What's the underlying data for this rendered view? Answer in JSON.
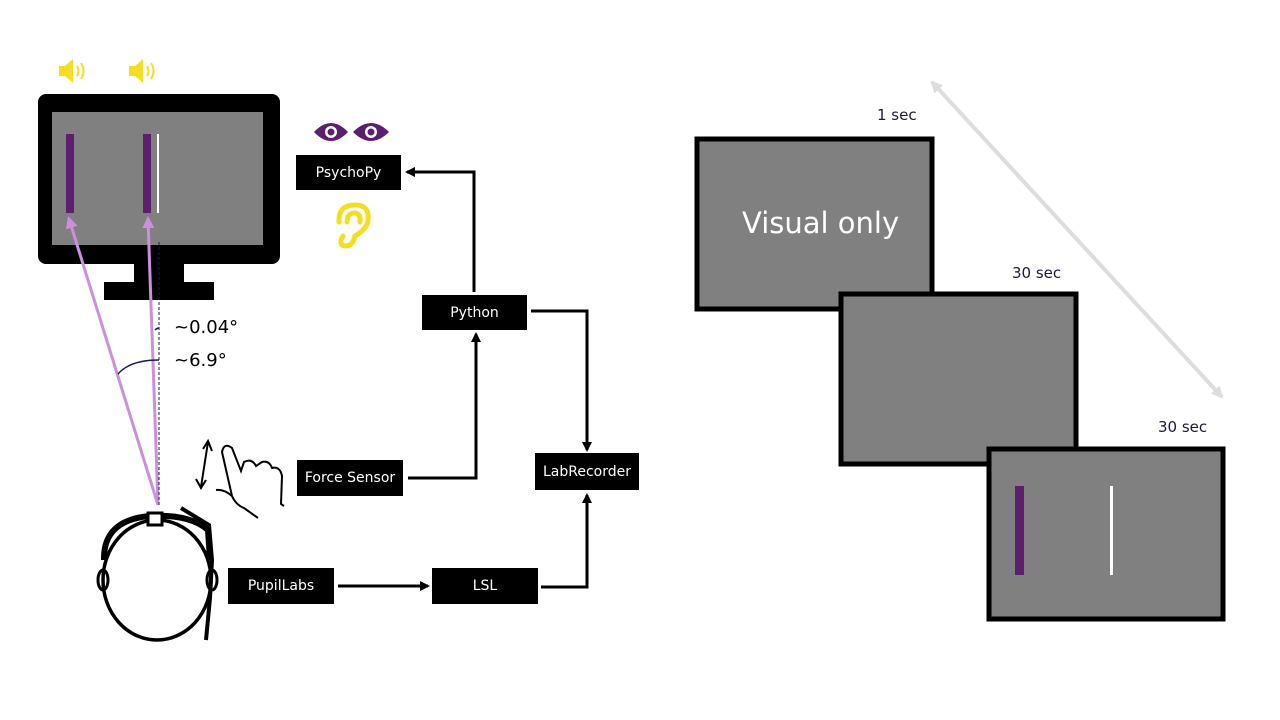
{
  "labels": {
    "psychopy": "PsychoPy",
    "python": "Python",
    "force_sensor": "Force Sensor",
    "labrecorder": "LabRecorder",
    "pupillabs": "PupilLabs",
    "lsl": "LSL"
  },
  "angles": {
    "small": "~0.04°",
    "large": "~6.9°"
  },
  "timeline": {
    "panel1": {
      "duration": "1 sec",
      "title": "Visual only"
    },
    "panel2": {
      "duration": "30 sec"
    },
    "panel3": {
      "duration": "30 sec"
    }
  },
  "colors": {
    "monitor_screen": "#808080",
    "bar_purple": "#5b1f6e",
    "gaze_line": "#c991dc",
    "speaker_yellow": "#f5dd23",
    "eye_purple": "#5b1f6e",
    "ear_yellow": "#f5dd23",
    "time_arrow": "#dddddd"
  },
  "icons": [
    "speaker-icon",
    "eye-icon",
    "ear-icon",
    "hand-icon",
    "head-with-eyetracker-icon",
    "monitor-icon"
  ]
}
